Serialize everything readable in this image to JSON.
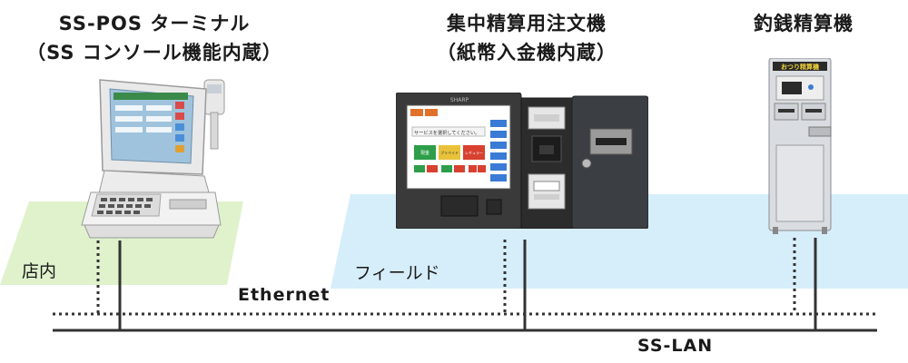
{
  "devices": {
    "pos": {
      "title_line1": "SS-POS ターミナル",
      "title_line2": "（SS コンソール機能内蔵）"
    },
    "central": {
      "title_line1": "集中精算用注文機",
      "title_line2": "（紙幣入金機内蔵）",
      "screen_text": "サービスを選択してください。",
      "btn_a": "現金",
      "btn_b": "プリペイド",
      "btn_c": "レギュラー",
      "brand": "SHARP"
    },
    "changer": {
      "title": "釣銭精算機",
      "sign_text": "おつり精算機"
    }
  },
  "zones": {
    "store": "店内",
    "field": "フィールド"
  },
  "networks": {
    "ethernet": "Ethernet",
    "sslan": "SS-LAN"
  },
  "colors": {
    "store_zone": "#dff2cc",
    "field_zone": "#d6eefa",
    "line": "#333333"
  }
}
